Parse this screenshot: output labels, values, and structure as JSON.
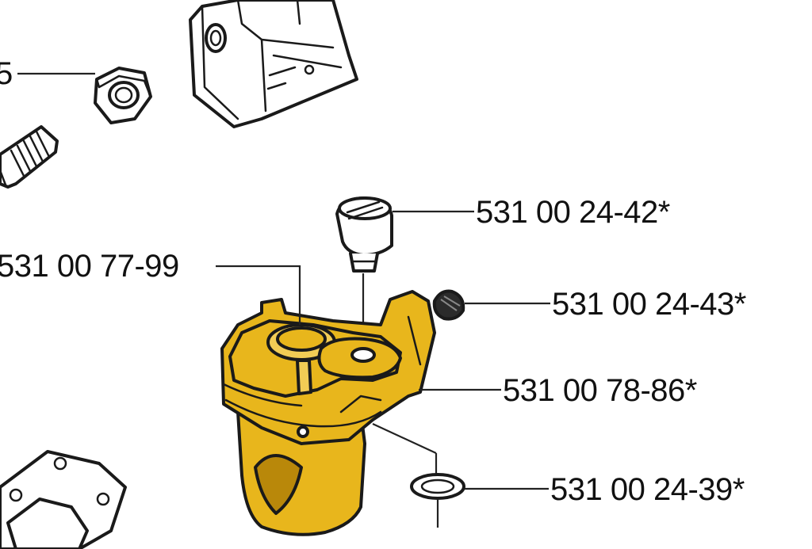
{
  "diagram": {
    "colors": {
      "highlight": "#e8b61c",
      "highlight_shadow": "#b9880a",
      "line": "#1a1a1a",
      "background": "#ffffff"
    },
    "labels": {
      "partial_left": "5",
      "screw_top": "531 00 24-42*",
      "pin": "531 00 77-99",
      "small_screw": "531 00 24-43*",
      "housing": "531 00 78-86*",
      "washer": "531 00 24-39*"
    }
  }
}
